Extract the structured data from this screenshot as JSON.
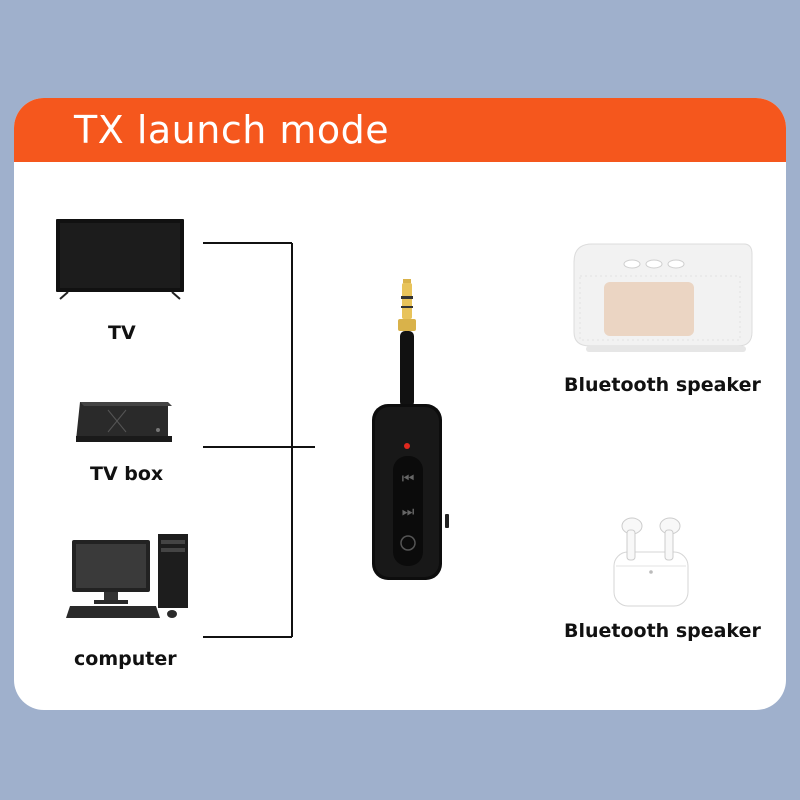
{
  "banner": {
    "title": "TX launch mode"
  },
  "sources": [
    {
      "label": "TV",
      "icon": "tv-icon"
    },
    {
      "label": "TV box",
      "icon": "tv-box-icon"
    },
    {
      "label": "computer",
      "icon": "computer-icon"
    }
  ],
  "targets": [
    {
      "label": "Bluetooth speaker",
      "icon": "smart-speaker-icon"
    },
    {
      "label": "Bluetooth speaker",
      "icon": "earbuds-icon"
    }
  ],
  "device": {
    "icon": "bluetooth-transmitter-icon"
  },
  "colors": {
    "background": "#9fb0cc",
    "banner": "#f5571d",
    "card": "#ffffff",
    "line": "#111111"
  }
}
